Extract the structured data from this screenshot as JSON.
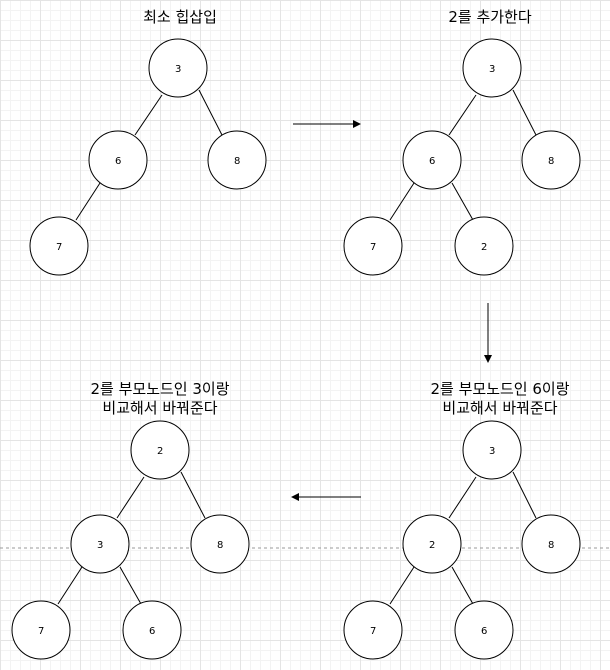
{
  "panels": [
    {
      "caption": [
        "최소 힙삽입"
      ],
      "nodes": [
        "3",
        "6",
        "8",
        "7"
      ]
    },
    {
      "caption": [
        "2를 추가한다"
      ],
      "nodes": [
        "3",
        "6",
        "8",
        "7",
        "2"
      ]
    },
    {
      "caption": [
        "2를 부모노드인 6이랑",
        "비교해서 바꿔준다"
      ],
      "nodes": [
        "3",
        "2",
        "8",
        "7",
        "6"
      ]
    },
    {
      "caption": [
        "2를 부모노드인 3이랑",
        "비교해서 바꿔준다"
      ],
      "nodes": [
        "2",
        "3",
        "8",
        "7",
        "6"
      ]
    }
  ],
  "colors": {
    "node_stroke": "#000000",
    "node_fill": "#ffffff",
    "arrow": "#000000",
    "grid": "#e4e4e4"
  }
}
